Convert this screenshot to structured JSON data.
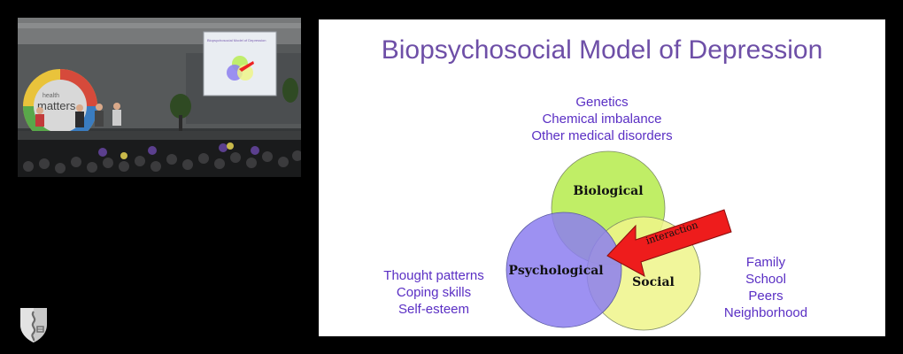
{
  "video": {
    "screen_title": "Biopsychosocial Model of Depression",
    "backdrop_text_line1": "health",
    "backdrop_text_line2": "matters"
  },
  "slide": {
    "title": "Biopsychosocial Model of Depression",
    "top_list": [
      "Genetics",
      "Chemical imbalance",
      "Other medical disorders"
    ],
    "left_list": [
      "Thought patterns",
      "Coping skills",
      "Self-esteem"
    ],
    "right_list": [
      "Family",
      "School",
      "Peers",
      "Neighborhood"
    ],
    "circles": {
      "biological": "Biological",
      "psychological": "Psychological",
      "social": "Social"
    },
    "arrow_label": "interaction",
    "colors": {
      "biological_fill": "#b9ec55",
      "psychological_fill": "#8c7ef0",
      "social_fill": "#eef58a",
      "arrow_fill": "#ee1c1c",
      "title_color": "#6e4fa7",
      "list_color": "#5a2fc4"
    }
  },
  "logo": {
    "icon": "shield-logo-icon"
  }
}
